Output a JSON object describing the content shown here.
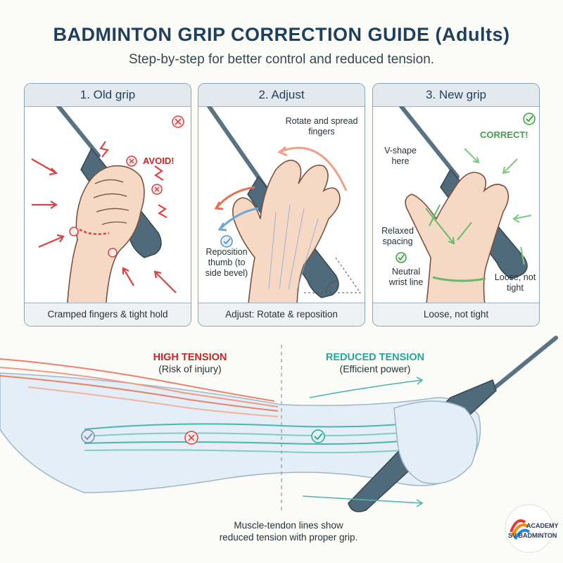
{
  "title": "BADMINTON GRIP CORRECTION GUIDE (Adults)",
  "subtitle": "Step-by-step for better control and reduced tension.",
  "panels": [
    {
      "heading": "1. Old grip",
      "footer": "Cramped fingers & tight hold",
      "badge": "AVOID!"
    },
    {
      "heading": "2. Adjust",
      "footer": "Adjust: Rotate & reposition",
      "note_top": "Rotate and spread fingers",
      "note_thumb": "Reposition thumb (to side bevel)"
    },
    {
      "heading": "3. New grip",
      "footer": "Loose, not tight",
      "badge": "CORRECT!",
      "note_v": "V-shape here",
      "note_relaxed": "Relaxed spacing",
      "note_wrist": "Neutral wrist line",
      "note_loose": "Loose, not tight"
    }
  ],
  "bottom": {
    "high_title": "HIGH TENSION",
    "high_sub": "(Risk of injury)",
    "reduced_title": "REDUCED TENSION",
    "reduced_sub": "(Efficient power)",
    "caption_line1": "Muscle-tendon lines show",
    "caption_line2": "reduced tension with proper grip."
  },
  "logo": {
    "line1": "ACADEMY",
    "line2": "SV BADMINTON"
  },
  "colors": {
    "title": "#1f3f5e",
    "danger": "#c62828",
    "success": "#43a047",
    "teal": "#26a69a",
    "grip": "#4f6a7a",
    "skin": "#f6d9c4"
  }
}
